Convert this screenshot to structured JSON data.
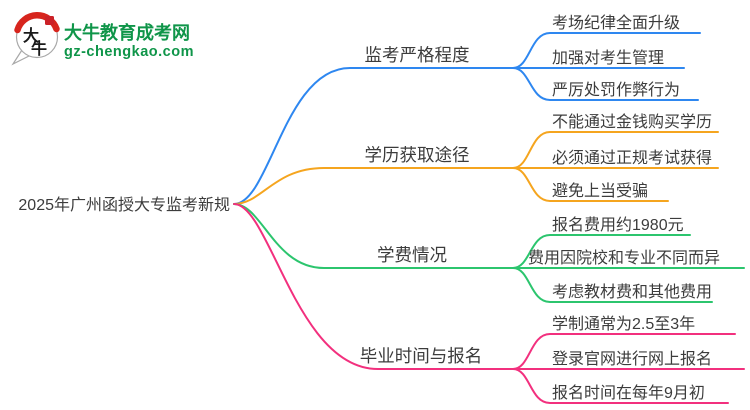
{
  "page": {
    "background": "#ffffff",
    "text_color": "#3c3c3c"
  },
  "logo": {
    "icon_char_top": "大",
    "icon_char_bottom": "牛",
    "site_name": "大牛教育成考网",
    "site_domain": "gz-chengkao.com",
    "brand_green": "#0f9549",
    "brand_red": "#d7251d",
    "seal_red": "#cb2127",
    "ink_black": "#1a1a1a"
  },
  "root": {
    "label": "2025年广州函授大专监考新规"
  },
  "branches": [
    {
      "label": "监考严格程度",
      "color": "#2e87f0",
      "children": [
        "考场纪律全面升级",
        "加强对考生管理",
        "严厉处罚作弊行为"
      ]
    },
    {
      "label": "学历获取途径",
      "color": "#f5a51f",
      "children": [
        "不能通过金钱购买学历",
        "必须通过正规考试获得",
        "避免上当受骗"
      ]
    },
    {
      "label": "学费情况",
      "color": "#2cc56e",
      "children": [
        "报名费用约1980元",
        "费用因院校和专业不同而异",
        "考虑教材费和其他费用"
      ]
    },
    {
      "label": "毕业时间与报名",
      "color": "#f2307e",
      "children": [
        "学制通常为2.5至3年",
        "登录官网进行网上报名",
        "报名时间在每年9月初"
      ]
    }
  ]
}
